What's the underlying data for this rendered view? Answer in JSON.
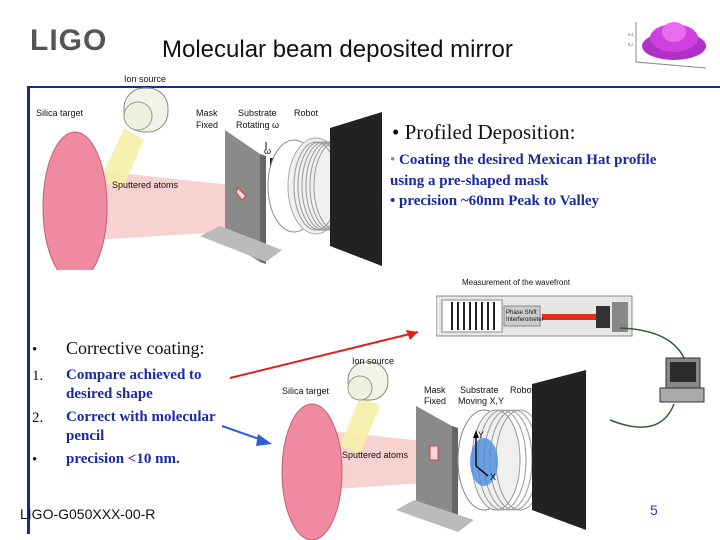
{
  "header": {
    "logo": "LIGO",
    "title": "Molecular beam deposited mirror"
  },
  "profiled": {
    "heading": "Profiled Deposition:",
    "bullet1": "Coating the desired Mexican Hat profile using a pre-shaped mask",
    "bullet2": "precision ~60nm Peak to Valley"
  },
  "diagram_top": {
    "ion_source": "Ion source",
    "silica_target": "Silica target",
    "mask": "Mask",
    "fixed": "Fixed",
    "substrate": "Substrate",
    "rotating": "Rotating ω",
    "robot": "Robot",
    "omega": "ω",
    "sputtered": "Sputtered atoms"
  },
  "wavefront": {
    "title": "Measurement of the wavefront",
    "instrument": "Phase Shift Interferometer"
  },
  "corrective": {
    "heading": "Corrective coating:",
    "bullet_head": "•",
    "n1": "1.",
    "item1": "Compare achieved to desired shape",
    "n2": "2.",
    "item2": "Correct with molecular pencil",
    "n3": "•",
    "item3": "precision <10 nm."
  },
  "diagram_bottom": {
    "ion_source": "Ion source",
    "silica_target": "Silica target",
    "mask": "Mask",
    "fixed": "Fixed",
    "substrate": "Substrate",
    "moving": "Moving X,Y",
    "robot": "Robot",
    "sputtered": "Sputtered atoms",
    "y_axis": "Y",
    "x_axis": "X"
  },
  "footer": {
    "doc_id": "LIGO-G050XXX-00-R",
    "page": "5"
  },
  "colors": {
    "accent_blue": "#1a2a8a",
    "arrow_red": "#e0201a",
    "arrow_blue": "#2b5fd9",
    "target_pink": "#f08aa0"
  }
}
